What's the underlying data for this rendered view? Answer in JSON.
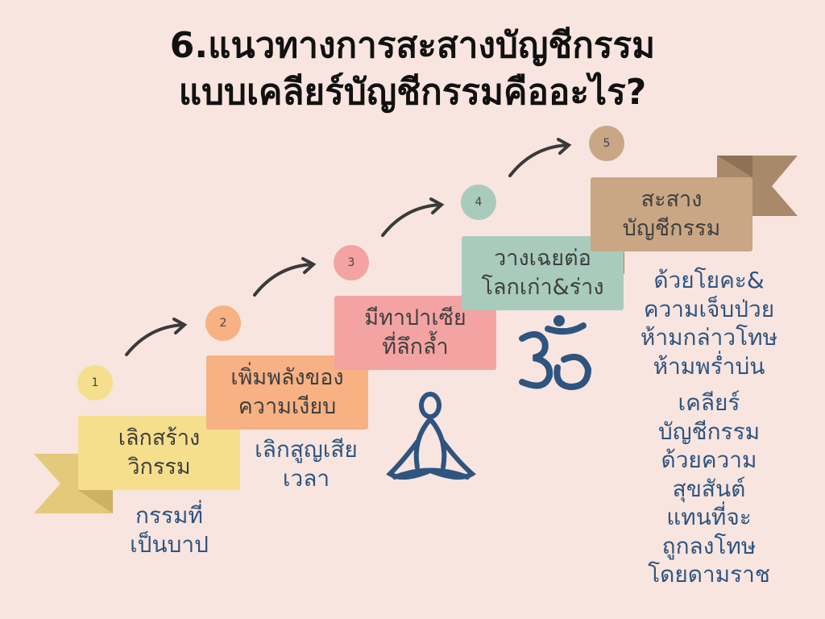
{
  "title": {
    "line1": "6.แนวทางการสะสางบัญชีกรรม",
    "line2": "แบบเคลียร์บัญชีกรรมคืออะไร?"
  },
  "steps": [
    {
      "number": "1",
      "label1": "เลิกสร้าง",
      "label2": "วิกรรม",
      "note1": "กรรมที่",
      "note2": "เป็นบาป",
      "color": "#f5df8c"
    },
    {
      "number": "2",
      "label1": "เพิ่มพลังของ",
      "label2": "ความเงียบ",
      "note1": "เลิกสูญเสีย",
      "note2": "เวลา",
      "color": "#f7b183"
    },
    {
      "number": "3",
      "label1": "มีทาปาเซีย",
      "label2": "ที่ลึกล้ำ",
      "color": "#f4a3a3"
    },
    {
      "number": "4",
      "label1": "วางเฉยต่อ",
      "label2": "โลกเก่า&ร่าง",
      "color": "#a8cbbd"
    },
    {
      "number": "5",
      "label1": "สะสาง",
      "label2": "บัญชีกรรม",
      "color": "#c9a785"
    }
  ],
  "step5_notes": [
    "ด้วยโยคะ&",
    "ความเจ็บป่วย",
    "ห้ามกล่าวโทษ",
    "ห้ามพร่ำบ่น",
    "",
    "เคลียร์",
    "บัญชีกรรม",
    "ด้วยความ",
    "สุขสันต์",
    "แทนที่จะ",
    "ถูกลงโทษ",
    "โดยดามราช"
  ]
}
